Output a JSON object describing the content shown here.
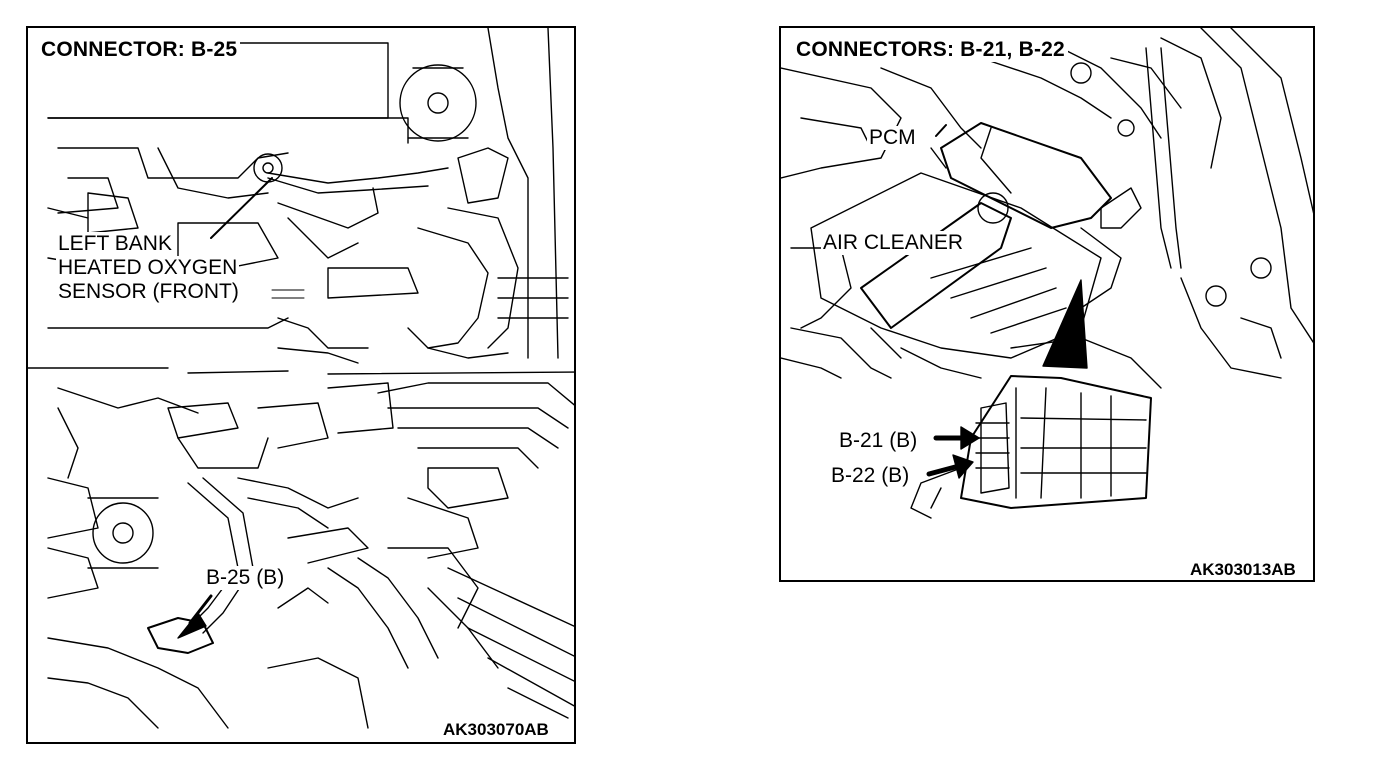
{
  "left_figure": {
    "title": "CONNECTOR: B-25",
    "figure_id": "AK303070AB",
    "callouts": {
      "sensor_line1": "LEFT BANK",
      "sensor_line2": "HEATED OXYGEN",
      "sensor_line3": "SENSOR (FRONT)",
      "connector": "B-25 (B)"
    }
  },
  "right_figure": {
    "title": "CONNECTORS: B-21, B-22",
    "figure_id": "AK303013AB",
    "callouts": {
      "pcm": "PCM",
      "air_cleaner": "AIR CLEANER",
      "connector_1": "B-21 (B)",
      "connector_2": "B-22 (B)"
    }
  },
  "colors": {
    "line": "#000000",
    "background": "#ffffff"
  }
}
